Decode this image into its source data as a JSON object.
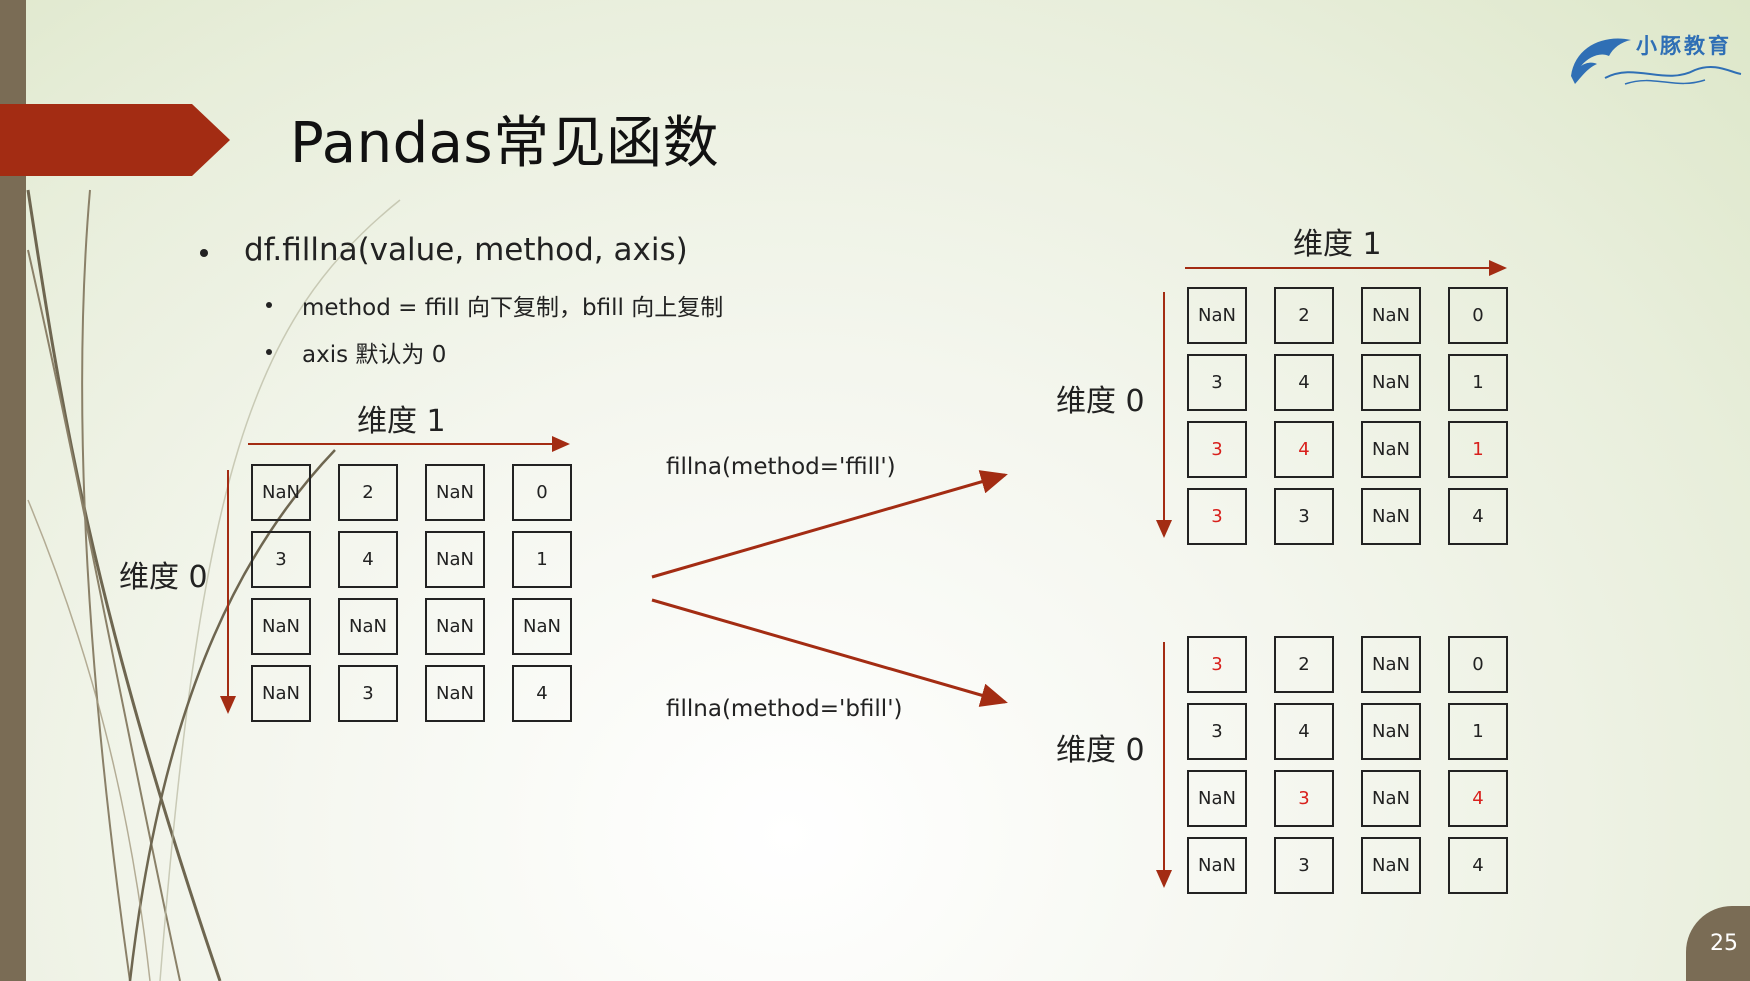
{
  "slide": {
    "title": "Pandas常见函数",
    "logo_text": "小豚教育",
    "page_number": "25",
    "accent_color": "#a32c13",
    "bar_color": "#7a6c55"
  },
  "bullets": {
    "main": "df.fillna(value, method, axis)",
    "sub1": "method  =  ffill  向下复制，bfill  向上复制",
    "sub2": "axis  默认为  0"
  },
  "source_grid": {
    "axis1_label": "维度 1",
    "axis0_label": "维度 0",
    "rows": [
      [
        "NaN",
        "2",
        "NaN",
        "0"
      ],
      [
        "3",
        "4",
        "NaN",
        "1"
      ],
      [
        "NaN",
        "NaN",
        "NaN",
        "NaN"
      ],
      [
        "NaN",
        "3",
        "NaN",
        "4"
      ]
    ]
  },
  "ffill": {
    "label": "fillna(method='ffill')",
    "axis1_label": "维度 1",
    "axis0_label": "维度 0",
    "rows": [
      [
        "NaN",
        "2",
        "NaN",
        "0"
      ],
      [
        "3",
        "4",
        "NaN",
        "1"
      ],
      [
        "3",
        "4",
        "NaN",
        "1"
      ],
      [
        "3",
        "3",
        "NaN",
        "4"
      ]
    ],
    "red": [
      [
        2,
        0
      ],
      [
        2,
        1
      ],
      [
        2,
        3
      ],
      [
        3,
        0
      ]
    ]
  },
  "bfill": {
    "label": "fillna(method='bfill')",
    "axis0_label": "维度 0",
    "rows": [
      [
        "3",
        "2",
        "NaN",
        "0"
      ],
      [
        "3",
        "4",
        "NaN",
        "1"
      ],
      [
        "NaN",
        "3",
        "NaN",
        "4"
      ],
      [
        "NaN",
        "3",
        "NaN",
        "4"
      ]
    ],
    "red": [
      [
        0,
        0
      ],
      [
        2,
        1
      ],
      [
        2,
        3
      ]
    ]
  }
}
